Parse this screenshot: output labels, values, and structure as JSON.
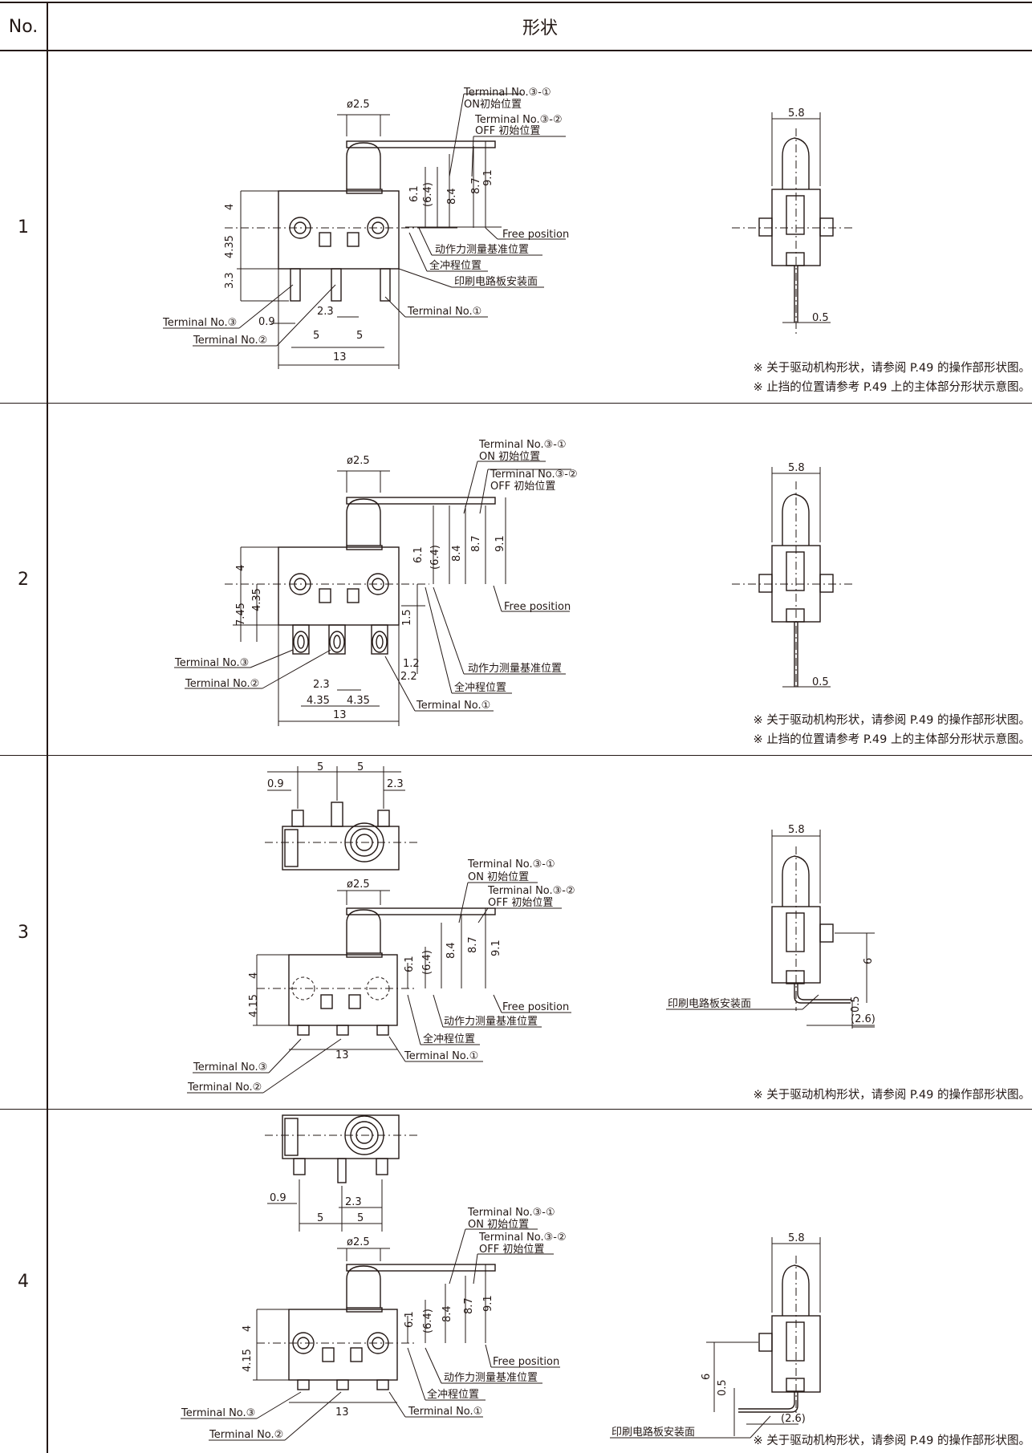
{
  "header": {
    "no_label": "No.",
    "shape_label": "形状"
  },
  "rows": [
    {
      "no": "1",
      "notes": [
        "※ 关于驱动机构形状，请参阅 P.49 的操作部形状图。",
        "※ 止挡的位置请参考 P.49 上的主体部分形状示意图。"
      ]
    },
    {
      "no": "2",
      "notes": [
        "※ 关于驱动机构形状，请参阅 P.49 的操作部形状图。",
        "※ 止挡的位置请参考 P.49 上的主体部分形状示意图。"
      ]
    },
    {
      "no": "3",
      "notes": [
        "※ 关于驱动机构形状，请参阅 P.49 的操作部形状图。"
      ]
    },
    {
      "no": "4",
      "notes": [
        "※ 关于驱动机构形状，请参阅 P.49 的操作部形状图。"
      ]
    }
  ],
  "labels": {
    "dia": "ø2.5",
    "t31_on": "Terminal No.③-①",
    "on_pos": "ON初始位置",
    "on_pos_sp": "ON 初始位置",
    "t32_off": "Terminal No.③-②",
    "off_pos": "OFF 初始位置",
    "free_pos": "Free position",
    "op_ref": "动作力测量基准位置",
    "total_travel": "全冲程位置",
    "pcb_face": "印刷电路板安装面",
    "t1": "Terminal No.①",
    "t2": "Terminal No.②",
    "t3": "Terminal No.③"
  },
  "dims": {
    "d4": "4",
    "d435": "4.35",
    "d415": "4.15",
    "d33": "3.3",
    "d745": "7.45",
    "d61": "6.1",
    "d64": "(6.4)",
    "d84": "8.4",
    "d87": "8.7",
    "d91": "9.1",
    "d09": "0.9",
    "d23": "2.3",
    "d5": "5",
    "d13": "13",
    "d58": "5.8",
    "d05": "0.5",
    "d15": "1.5",
    "d12": "1.2",
    "d22": "2.2",
    "d6": "6",
    "d26": "(2.6)"
  }
}
